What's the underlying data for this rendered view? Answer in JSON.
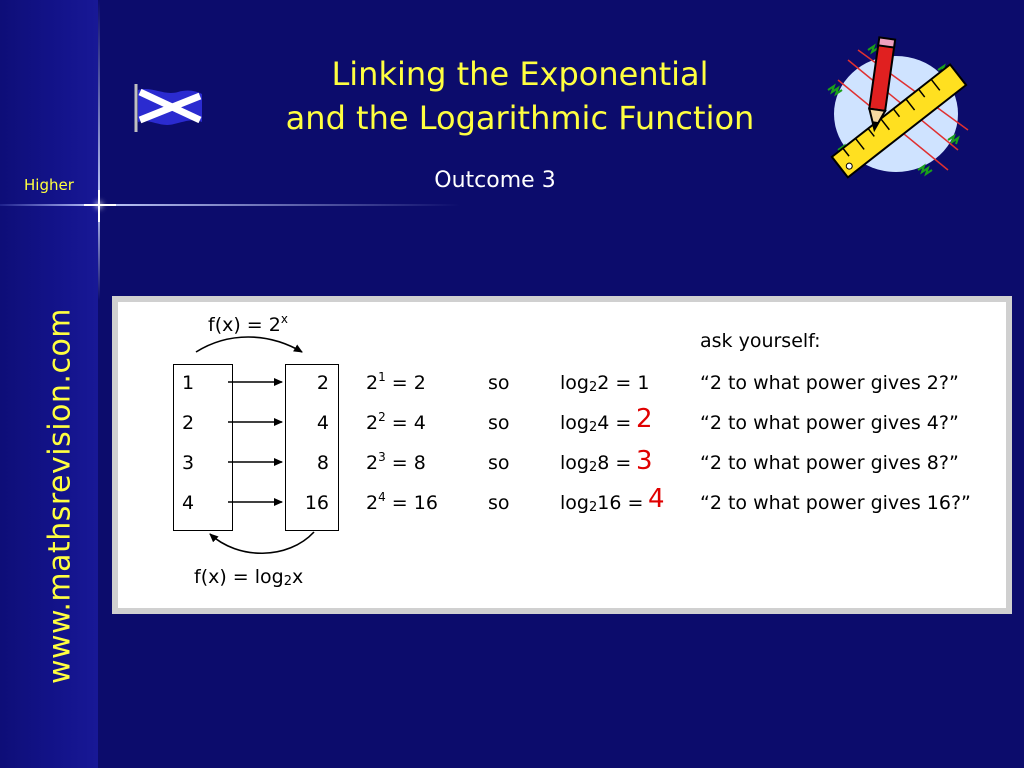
{
  "header": {
    "title_line1": "Linking the Exponential",
    "title_line2": "and the Logarithmic Function",
    "subtitle": "Outcome 3",
    "level": "Higher",
    "website": "www.mathsrevision.com"
  },
  "colors": {
    "background": "#0c0c6c",
    "title": "#ffff40",
    "answer": "#e00000"
  },
  "icons": [
    "scottish-flag-icon",
    "pencil-ruler-clipart-icon"
  ],
  "panel": {
    "func_exp": {
      "prefix": "f(x) = 2",
      "power": "x"
    },
    "func_log": {
      "prefix": "f(x) = log",
      "base": "2",
      "suffix": "x"
    },
    "ask_label": "ask yourself:",
    "rows": [
      {
        "in": "1",
        "out": "2",
        "base": "2",
        "exp": "1",
        "eq_rest": " = 2",
        "so": "so",
        "log_base": "2",
        "log_arg": "2 = 1",
        "answer": "",
        "question": "“2 to what power gives 2?”"
      },
      {
        "in": "2",
        "out": "4",
        "base": "2",
        "exp": "2",
        "eq_rest": " = 4",
        "so": "so",
        "log_base": "2",
        "log_arg": "4 =",
        "answer": "2",
        "question": "“2 to what power gives 4?”"
      },
      {
        "in": "3",
        "out": "8",
        "base": "2",
        "exp": "3",
        "eq_rest": " = 8",
        "so": "so",
        "log_base": "2",
        "log_arg": "8 =",
        "answer": "3",
        "question": "“2 to what power gives 8?”"
      },
      {
        "in": "4",
        "out": "16",
        "base": "2",
        "exp": "4",
        "eq_rest": " = 16",
        "so": "so",
        "log_base": "2",
        "log_arg": "16 =",
        "answer": "4",
        "question": "“2 to what power gives 16?”"
      }
    ]
  }
}
